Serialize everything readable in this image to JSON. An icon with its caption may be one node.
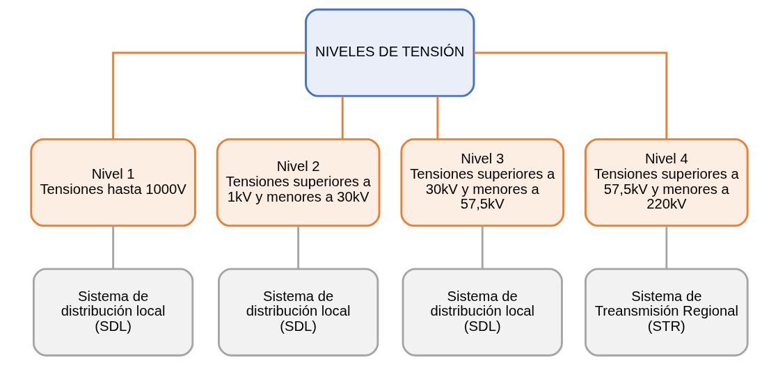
{
  "diagram": {
    "nodes": [
      {
        "text": [
          "NIVELES DE TENSIÓN"
        ]
      },
      {
        "text": [
          "Nivel 1",
          "Tensiones hasta 1000V"
        ]
      },
      {
        "text": [
          "Nivel 2",
          "Tensiones superiores a 1kV y menores a 30kV"
        ]
      },
      {
        "text": [
          "Nivel 3",
          "Tensiones superiores a 30kV y menores a 57,5kV"
        ]
      },
      {
        "text": [
          "Nivel 4",
          "Tensiones superiores a 57,5kV y menores a 220kV"
        ]
      },
      {
        "text": [
          "Sistema de distribución local (SDL)"
        ]
      },
      {
        "text": [
          "Sistema de distribución local (SDL)"
        ]
      },
      {
        "text": [
          "Sistema de distribución local (SDL)"
        ]
      },
      {
        "text": [
          "Sistema de Treansmisión Regional (STR)"
        ]
      }
    ],
    "edges": [
      {
        "from": 0,
        "to": 1,
        "arrow": "none",
        "color": "#ed7d31"
      },
      {
        "from": 0,
        "to": 2,
        "arrow": "none",
        "color": "#ed7d31"
      },
      {
        "from": 0,
        "to": 3,
        "arrow": "none",
        "color": "#ed7d31"
      },
      {
        "from": 0,
        "to": 4,
        "arrow": "none",
        "color": "#ed7d31"
      },
      {
        "from": 1,
        "to": 5,
        "arrow": "none",
        "color": "#a5a5a5"
      },
      {
        "from": 2,
        "to": 6,
        "arrow": "none",
        "color": "#a5a5a5"
      },
      {
        "from": 3,
        "to": 7,
        "arrow": "none",
        "color": "#a5a5a5"
      },
      {
        "from": 4,
        "to": 8,
        "arrow": "none",
        "color": "#a5a5a5"
      }
    ]
  }
}
